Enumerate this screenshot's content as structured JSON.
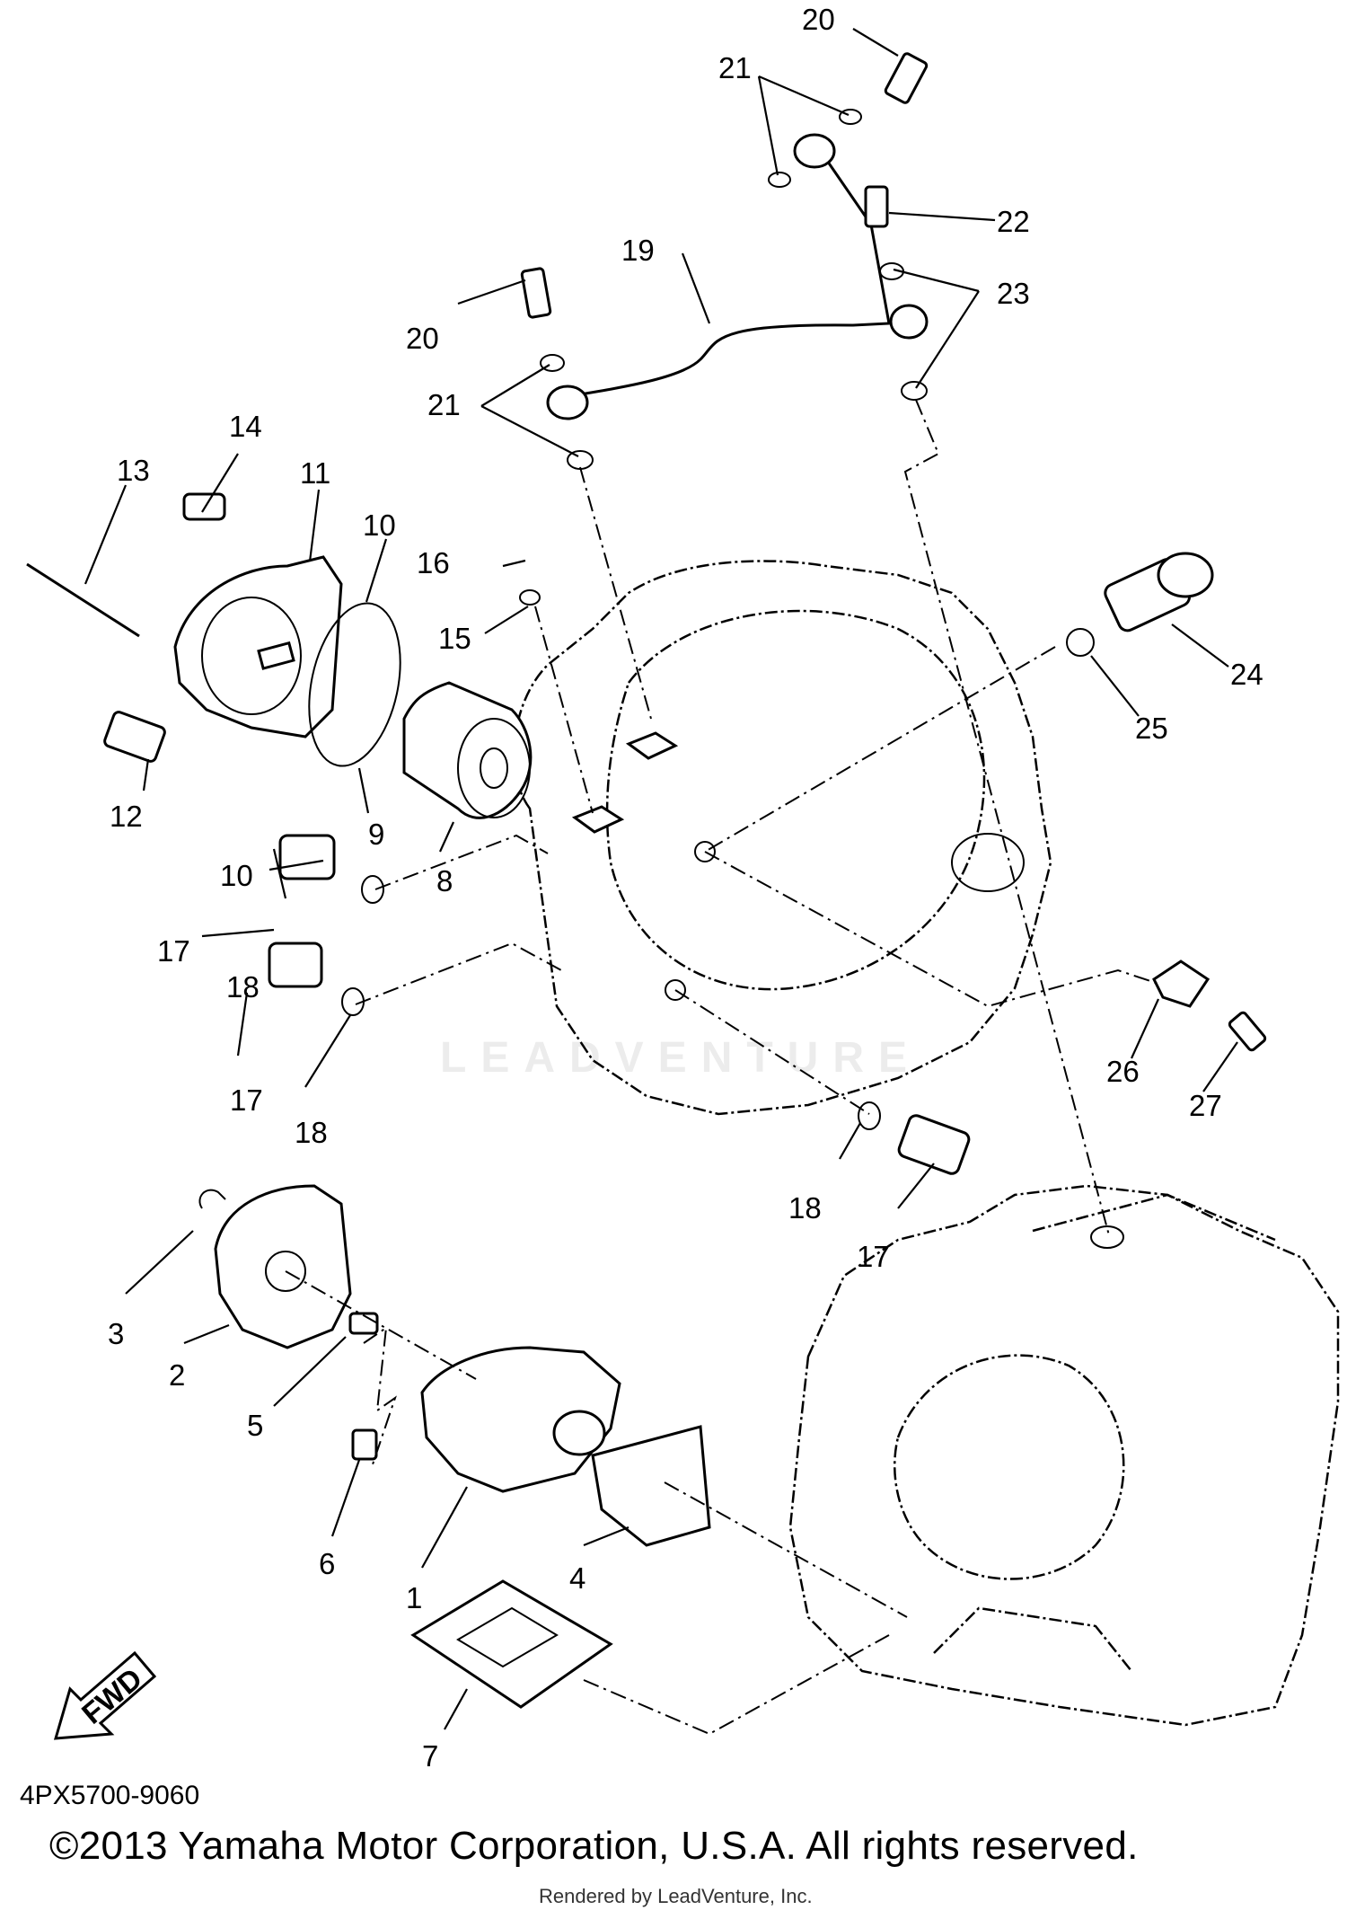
{
  "diagram": {
    "callouts": [
      {
        "id": "c20a",
        "text": "20"
      },
      {
        "id": "c21a",
        "text": "21"
      },
      {
        "id": "c22",
        "text": "22"
      },
      {
        "id": "c19",
        "text": "19"
      },
      {
        "id": "c23",
        "text": "23"
      },
      {
        "id": "c20b",
        "text": "20"
      },
      {
        "id": "c21b",
        "text": "21"
      },
      {
        "id": "c14",
        "text": "14"
      },
      {
        "id": "c13",
        "text": "13"
      },
      {
        "id": "c11",
        "text": "11"
      },
      {
        "id": "c10a",
        "text": "10"
      },
      {
        "id": "c16",
        "text": "16"
      },
      {
        "id": "c15",
        "text": "15"
      },
      {
        "id": "c24",
        "text": "24"
      },
      {
        "id": "c25",
        "text": "25"
      },
      {
        "id": "c12",
        "text": "12"
      },
      {
        "id": "c9",
        "text": "9"
      },
      {
        "id": "c8",
        "text": "8"
      },
      {
        "id": "c10b",
        "text": "10"
      },
      {
        "id": "c17a",
        "text": "17"
      },
      {
        "id": "c18a",
        "text": "18"
      },
      {
        "id": "c17b",
        "text": "17"
      },
      {
        "id": "c18b",
        "text": "18"
      },
      {
        "id": "c26",
        "text": "26"
      },
      {
        "id": "c27",
        "text": "27"
      },
      {
        "id": "c18c",
        "text": "18"
      },
      {
        "id": "c17c",
        "text": "17"
      },
      {
        "id": "c3",
        "text": "3"
      },
      {
        "id": "c2",
        "text": "2"
      },
      {
        "id": "c5",
        "text": "5"
      },
      {
        "id": "c6",
        "text": "6"
      },
      {
        "id": "c1",
        "text": "1"
      },
      {
        "id": "c4",
        "text": "4"
      },
      {
        "id": "c7",
        "text": "7"
      }
    ],
    "fwd_label": "FWD",
    "watermark": "LEADVENTURE"
  },
  "footer": {
    "ref_code": "4PX5700-9060",
    "copyright": "©2013 Yamaha Motor Corporation, U.S.A. All rights reserved.",
    "rendered_by": "Rendered by LeadVenture, Inc."
  }
}
